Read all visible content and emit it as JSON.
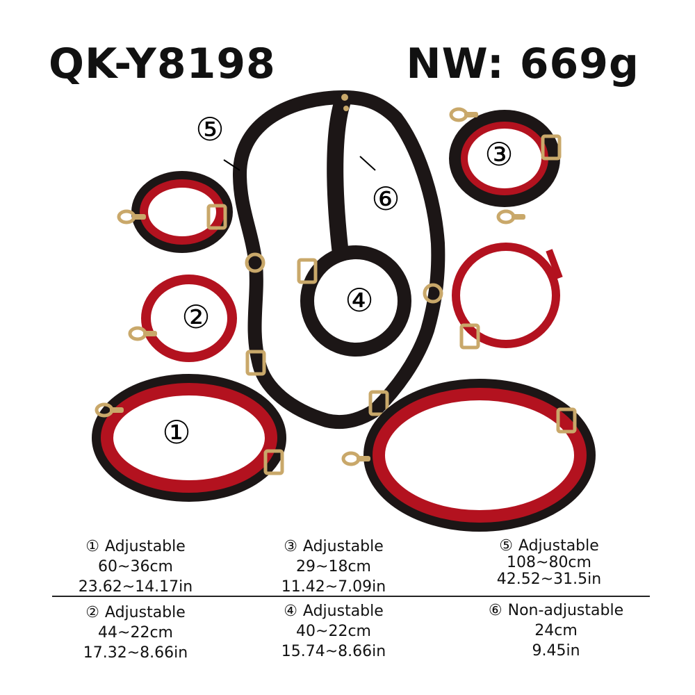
{
  "header": {
    "model": "QK-Y8198",
    "weight": "NW: 669g"
  },
  "photo": {
    "markers": [
      "⑤",
      "⑥",
      "③",
      "②",
      "④",
      "①"
    ],
    "colors": {
      "leather_black": "#1c1616",
      "leather_red": "#b3121f",
      "hardware_gold": "#c9a86a"
    }
  },
  "specs": [
    {
      "num": "①",
      "type": "Adjustable",
      "cm": "60~36cm",
      "inch": "23.62~14.17in"
    },
    {
      "num": "③",
      "type": "Adjustable",
      "cm": "29~18cm",
      "inch": "11.42~7.09in"
    },
    {
      "num": "⑤",
      "type": "Adjustable",
      "cm": "108~80cm",
      "inch": "42.52~31.5in"
    },
    {
      "num": "②",
      "type": "Adjustable",
      "cm": "44~22cm",
      "inch": "17.32~8.66in"
    },
    {
      "num": "④",
      "type": "Adjustable",
      "cm": "40~22cm",
      "inch": "15.74~8.66in"
    },
    {
      "num": "⑥",
      "type": "Non-adjustable",
      "cm": "24cm",
      "inch": "9.45in"
    }
  ]
}
